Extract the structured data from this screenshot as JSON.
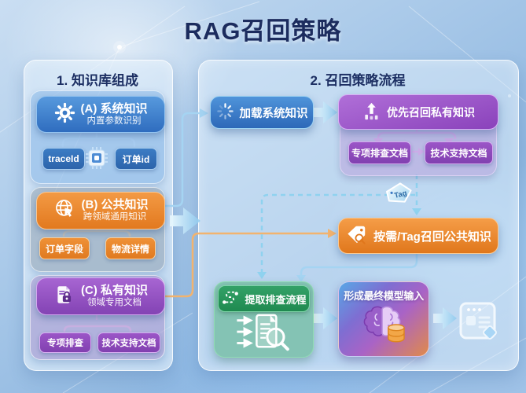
{
  "title": "RAG召回策略",
  "colors": {
    "background_blue": "#9ec3e6",
    "title_navy": "#1c2c5e",
    "system_blue": "#3674bf",
    "public_orange": "#e8851f",
    "private_purple": "#9049c0",
    "process_green": "#2b9a5e",
    "connector_cyan": "#8fd2ef",
    "connector_orange": "#f2b36e"
  },
  "left_panel": {
    "title": "1. 知识库组成",
    "sections": [
      {
        "label": "(A) 系统知识",
        "subtitle": "内置参数识别",
        "icon": "gear-icon",
        "tags": [
          "traceId",
          "订单id"
        ],
        "divider_icon": "chip-icon"
      },
      {
        "label": "(B) 公共知识",
        "subtitle": "跨领域通用知识",
        "icon": "globe-cursor-icon",
        "tags": [
          "订单字段",
          "物流详情"
        ]
      },
      {
        "label": "(C) 私有知识",
        "subtitle": "领域专用文档",
        "icon": "document-lock-icon",
        "tags": [
          "专项排查",
          "技术支持文档"
        ]
      }
    ]
  },
  "right_panel": {
    "title": "2. 召回策略流程",
    "nodes": {
      "load_system": {
        "label": "加载系统知识",
        "icon": "spinner-icon"
      },
      "recall_private": {
        "label": "优先召回私有知识",
        "icon": "priority-upload-icon",
        "tags": [
          "专项排查文档",
          "技术支持文档"
        ]
      },
      "tag_badge": {
        "label": "Tag",
        "icon": "tag-icon"
      },
      "recall_public": {
        "label": "按需/Tag召回公共知识",
        "icon": "tag-search-icon"
      },
      "extract_flow": {
        "label": "提取排查流程",
        "icon": "route-icon",
        "body_icon": "document-search-icon"
      },
      "final_input": {
        "label": "形成最终模型输入",
        "icon": "brain-database-icon"
      },
      "output": {
        "icon": "output-window-icon"
      }
    }
  }
}
